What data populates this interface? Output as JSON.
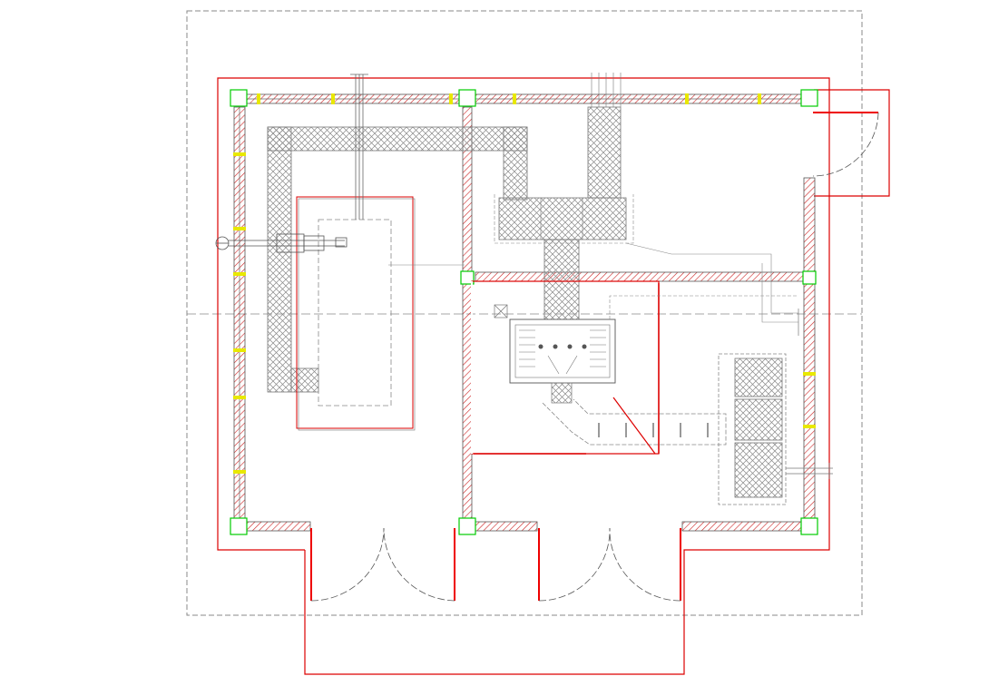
{
  "drawing": {
    "type": "floor-plan",
    "colors": {
      "background": "#ffffff",
      "wall_outline": "#555555",
      "wall_hatch": "#cc2222",
      "boundary_red": "#dd0000",
      "door_red": "#ee0000",
      "column_green": "#00cc00",
      "window_yellow": "#e8e800",
      "duct_hatch": "#777777",
      "dash_gray": "#888888"
    },
    "rooms": [
      {
        "id": "room-left"
      },
      {
        "id": "room-upper-right"
      },
      {
        "id": "room-lower-right"
      }
    ],
    "doors": [
      {
        "id": "entry-door-left-pair"
      },
      {
        "id": "entry-door-right-pair"
      },
      {
        "id": "side-door-top-right"
      }
    ]
  }
}
